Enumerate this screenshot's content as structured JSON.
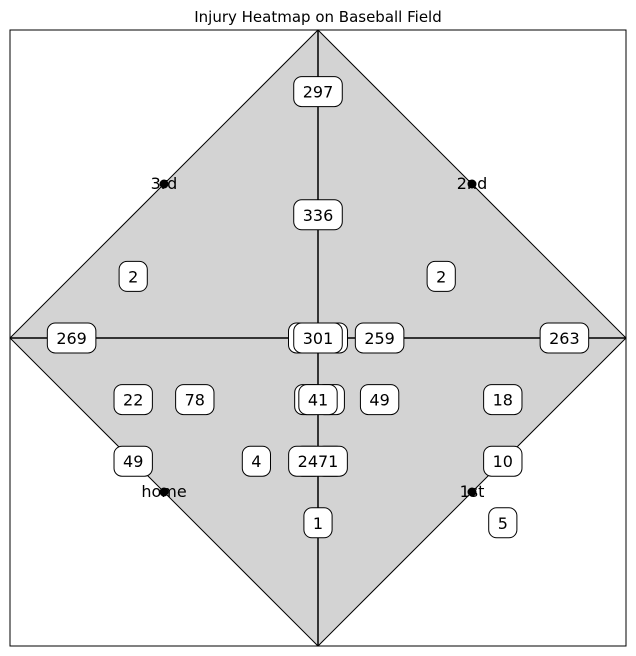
{
  "chart_data": {
    "type": "heatmap",
    "title": "Injury Heatmap on Baseball Field",
    "xlim": [
      -1,
      1
    ],
    "ylim": [
      -1,
      1
    ],
    "grid": false,
    "colors": {
      "field_fill": "#d3d3d3",
      "line": "#000000",
      "box_fill": "#ffffff"
    },
    "bases": [
      {
        "name": "home",
        "x": -0.5,
        "y": -0.5
      },
      {
        "name": "1st",
        "x": 0.5,
        "y": -0.5
      },
      {
        "name": "2nd",
        "x": 0.5,
        "y": 0.5
      },
      {
        "name": "3rd",
        "x": -0.5,
        "y": 0.5
      }
    ],
    "points": [
      {
        "x": 0.0,
        "y": 0.8,
        "value": "297"
      },
      {
        "x": 0.0,
        "y": 0.4,
        "value": "336"
      },
      {
        "x": -0.6,
        "y": 0.2,
        "value": "2"
      },
      {
        "x": 0.4,
        "y": 0.2,
        "value": "2"
      },
      {
        "x": -0.8,
        "y": 0.0,
        "value": "269"
      },
      {
        "x": -0.05,
        "y": 0.0,
        "value": "1"
      },
      {
        "x": 0.05,
        "y": 0.0,
        "value": "1"
      },
      {
        "x": 0.0,
        "y": 0.0,
        "value": "301"
      },
      {
        "x": 0.2,
        "y": 0.0,
        "value": "259"
      },
      {
        "x": 0.8,
        "y": 0.0,
        "value": "263"
      },
      {
        "x": -0.6,
        "y": -0.2,
        "value": "22"
      },
      {
        "x": -0.4,
        "y": -0.2,
        "value": "78"
      },
      {
        "x": -0.03,
        "y": -0.2,
        "value": "1"
      },
      {
        "x": 0.04,
        "y": -0.2,
        "value": "1"
      },
      {
        "x": 0.0,
        "y": -0.2,
        "value": "41"
      },
      {
        "x": 0.2,
        "y": -0.2,
        "value": "49"
      },
      {
        "x": 0.6,
        "y": -0.2,
        "value": "18"
      },
      {
        "x": -0.6,
        "y": -0.4,
        "value": "49"
      },
      {
        "x": -0.2,
        "y": -0.4,
        "value": "4"
      },
      {
        "x": -0.03,
        "y": -0.4,
        "value": "1"
      },
      {
        "x": 0.04,
        "y": -0.4,
        "value": "1"
      },
      {
        "x": 0.0,
        "y": -0.4,
        "value": "2471"
      },
      {
        "x": 0.6,
        "y": -0.4,
        "value": "10"
      },
      {
        "x": 0.0,
        "y": -0.6,
        "value": "1"
      },
      {
        "x": 0.6,
        "y": -0.6,
        "value": "5"
      }
    ]
  }
}
